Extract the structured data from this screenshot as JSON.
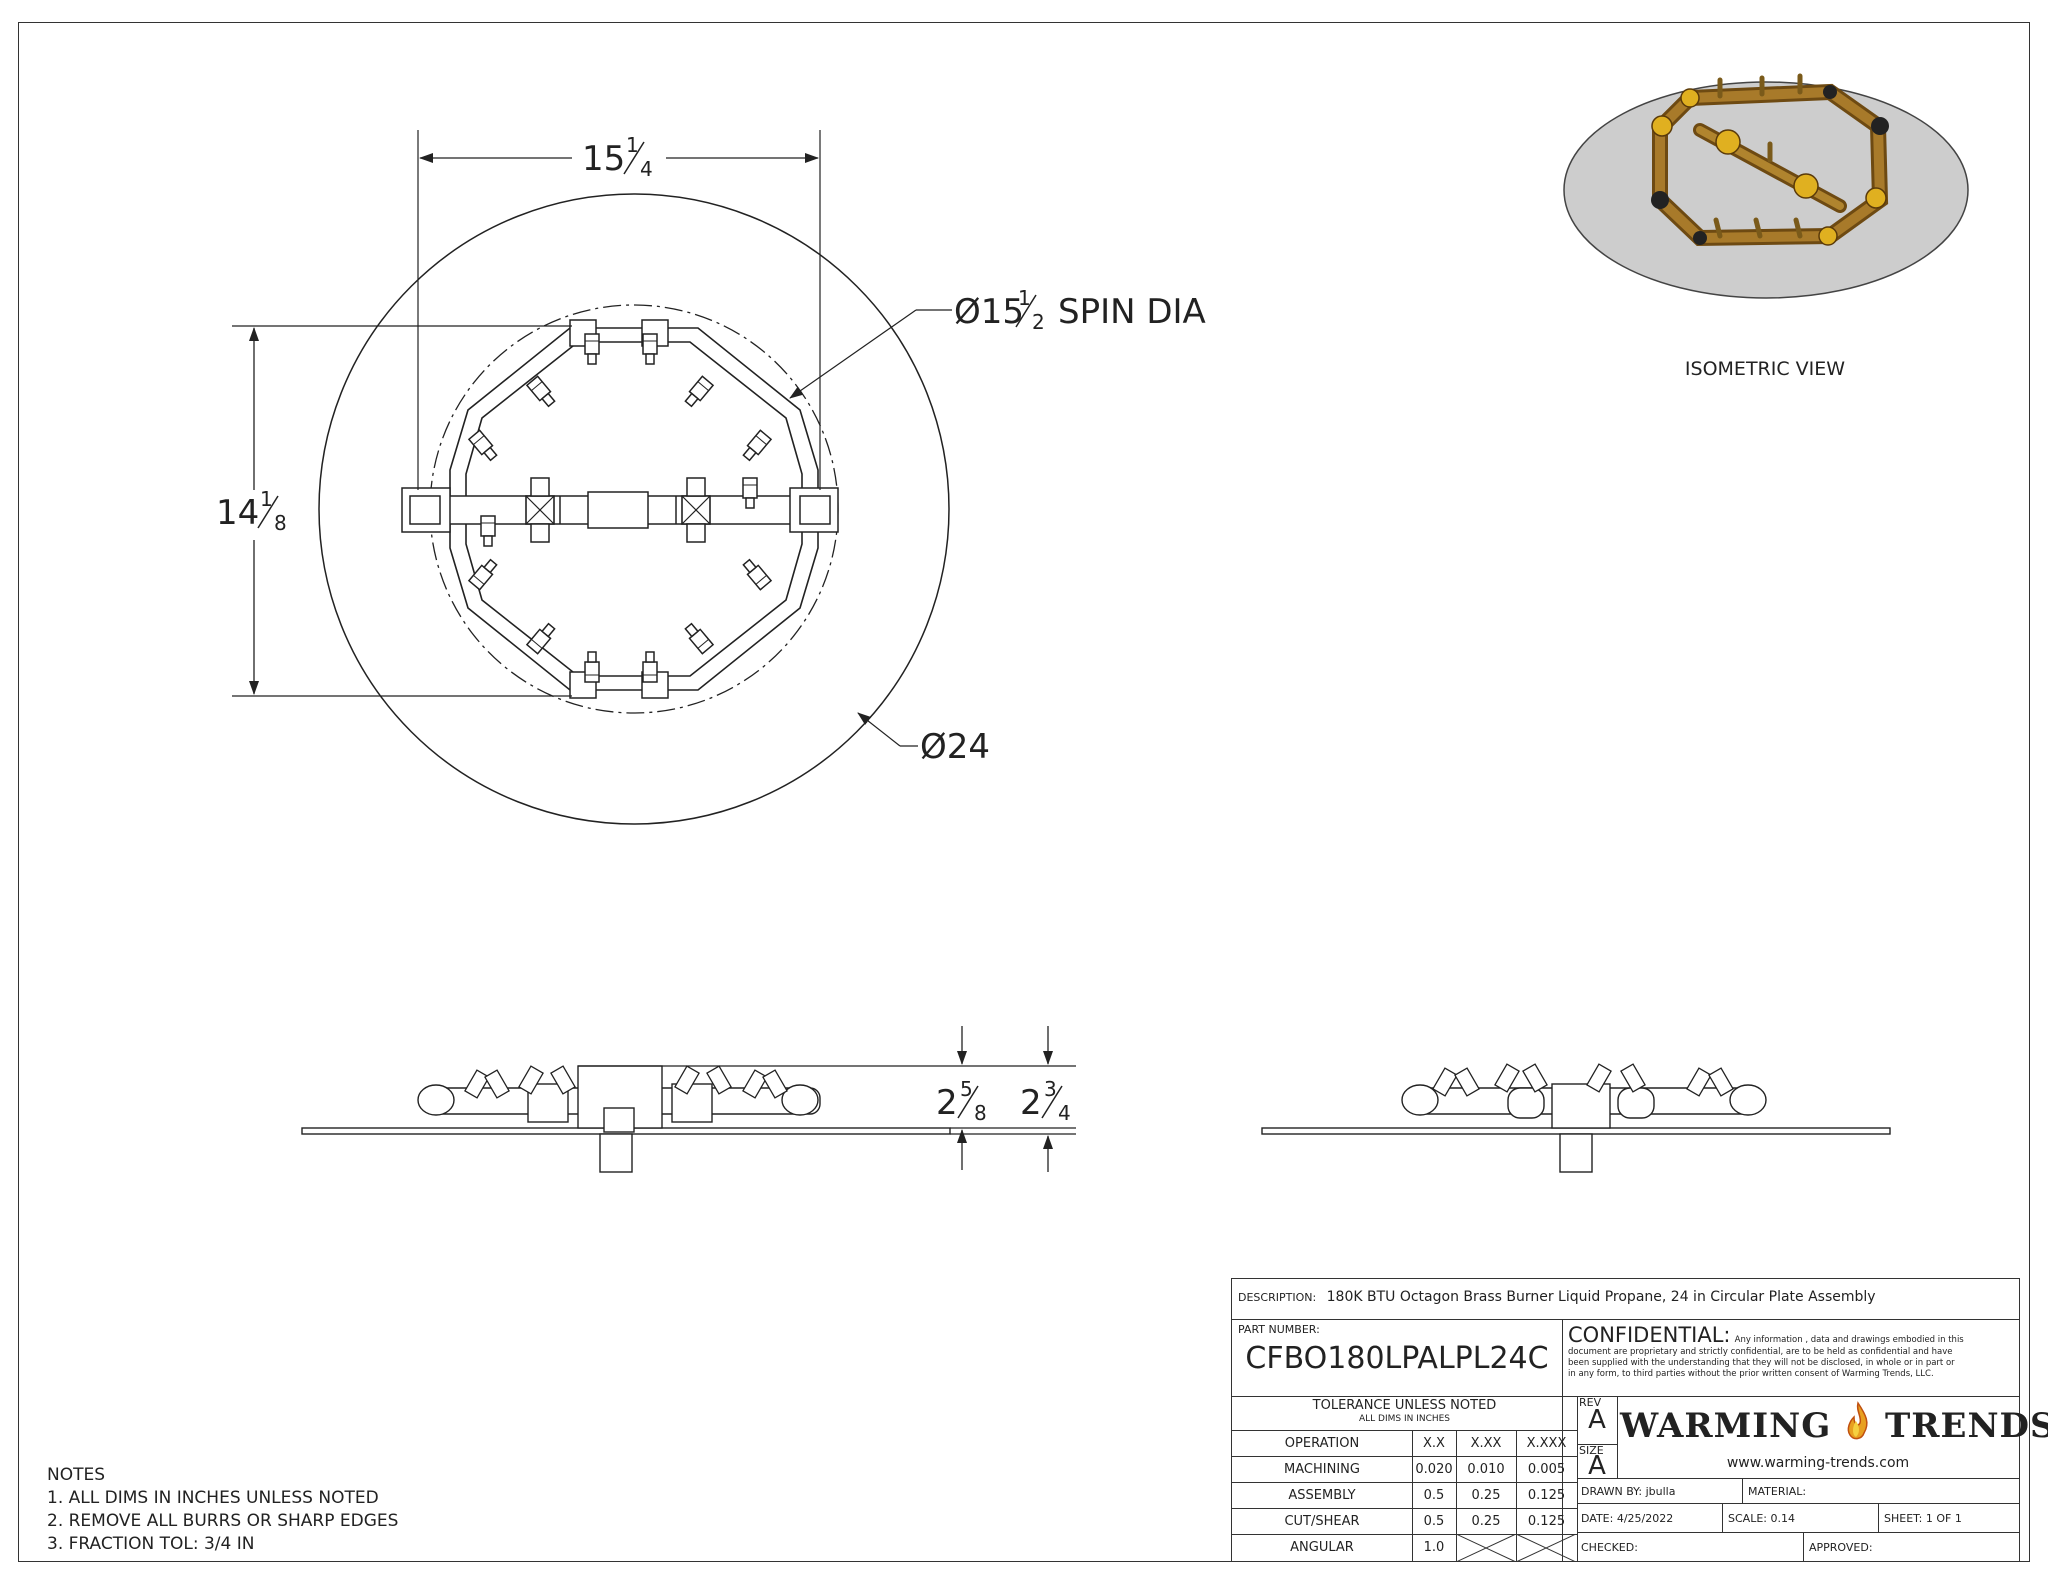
{
  "drawing": {
    "top_view": {
      "width_dim": {
        "whole": "15",
        "num": "1",
        "den": "4"
      },
      "height_dim": {
        "whole": "14",
        "num": "1",
        "den": "8"
      },
      "spin_dia": {
        "prefix": "Ø15",
        "num": "1",
        "den": "2",
        "suffix": "SPIN DIA"
      },
      "plate_dia": "Ø24"
    },
    "side_view": {
      "dim_burner": {
        "whole": "2",
        "num": "5",
        "den": "8"
      },
      "dim_total": {
        "whole": "2",
        "num": "3",
        "den": "4"
      }
    },
    "isometric_label": "ISOMETRIC VIEW"
  },
  "notes": {
    "title": "NOTES",
    "items": [
      "1. ALL DIMS IN INCHES UNLESS NOTED",
      "2. REMOVE ALL BURRS OR SHARP EDGES",
      "3. FRACTION TOL: 3/4 IN"
    ]
  },
  "title_block": {
    "description_label": "DESCRIPTION:",
    "description": "180K BTU Octagon Brass Burner Liquid Propane, 24 in Circular Plate Assembly",
    "part_number_label": "PART NUMBER:",
    "part_number": "CFBO180LPALPL24C",
    "confidential_title": "CONFIDENTIAL:",
    "confidential_text_1": "Any information , data and drawings embodied in this",
    "confidential_text_2": "document are proprietary and strictly confidential, are to be held as confidential and have",
    "confidential_text_3": "been supplied with the understanding that they will not be disclosed, in whole or in part or",
    "confidential_text_4": "in any form, to third parties without the prior written consent of Warming Trends, LLC.",
    "tolerance_title": "TOLERANCE UNLESS NOTED",
    "tolerance_sub": "ALL DIMS IN INCHES",
    "tol_headers": [
      "OPERATION",
      "X.X",
      "X.XX",
      "X.XXX"
    ],
    "tol_rows": [
      [
        "MACHINING",
        "0.020",
        "0.010",
        "0.005"
      ],
      [
        "ASSEMBLY",
        "0.5",
        "0.25",
        "0.125"
      ],
      [
        "CUT/SHEAR",
        "0.5",
        "0.25",
        "0.125"
      ],
      [
        "ANGULAR",
        "1.0",
        "",
        ""
      ]
    ],
    "rev_label": "REV",
    "rev": "A",
    "size_label": "SIZE",
    "size": "A",
    "logo_text_left": "WARMING",
    "logo_text_right": "TRENDS",
    "logo_reg": "®",
    "website": "www.warming-trends.com",
    "drawn_by": "DRAWN BY: jbulla",
    "material": "MATERIAL:",
    "date": "DATE:  4/25/2022",
    "scale": "SCALE: 0.14",
    "sheet": "SHEET: 1   OF   1",
    "checked": "CHECKED:",
    "approved": "APPROVED:"
  },
  "colors": {
    "line": "#222222",
    "brass": "#9a6b1e",
    "brass_light": "#e0b020",
    "plate": "#c9c9c9"
  }
}
